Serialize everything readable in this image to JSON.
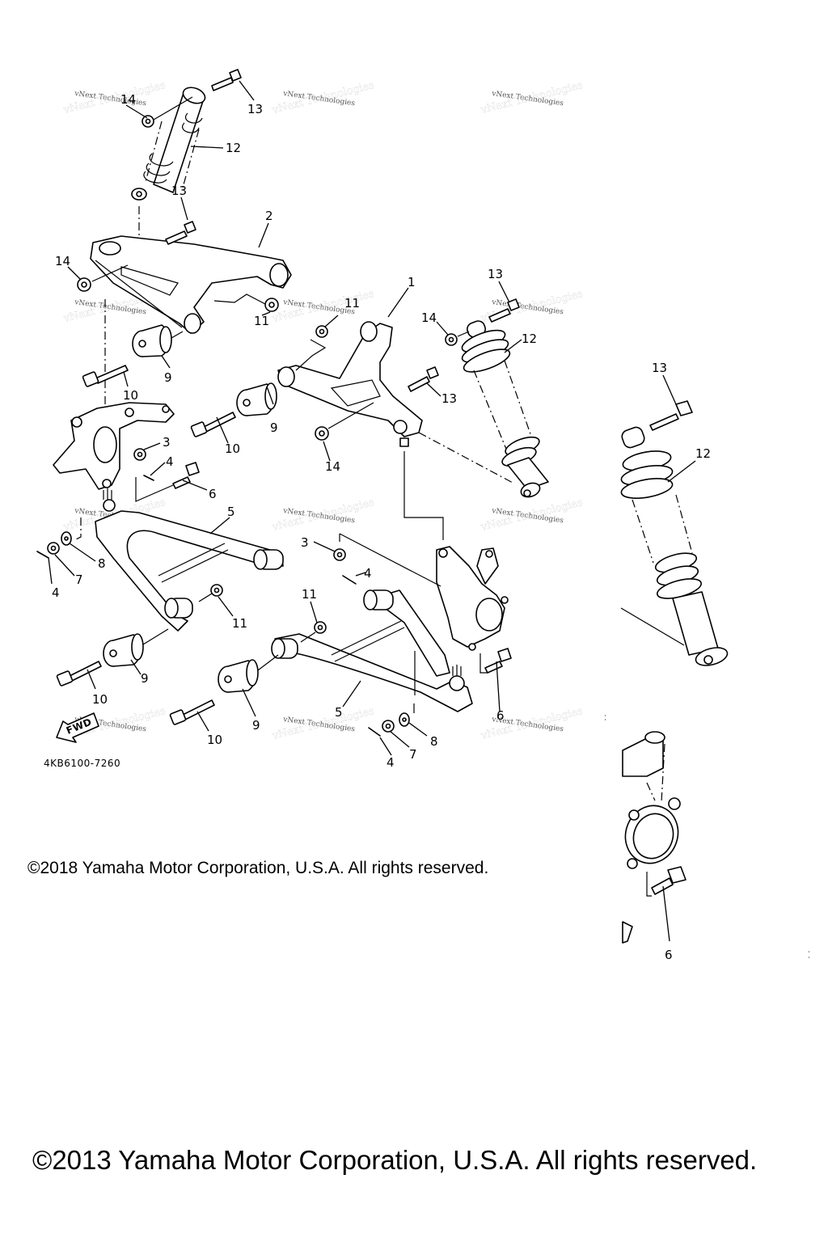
{
  "diagram": {
    "title": "Front Suspension Exploded View",
    "diagram_code": "4KB6100-7260",
    "fwd_label": "FWD",
    "watermark": "vNext Technologies",
    "callouts": {
      "upper_arm_right": "1",
      "upper_arm_left": "2",
      "castle_nut_left": "3",
      "castle_nut_right": "3",
      "cotter_pin_upper_left": "4",
      "cotter_pin_lower_left": "4",
      "cotter_pin_upper_right": "4",
      "cotter_pin_lower_right": "4",
      "lower_arm_left": "5",
      "lower_arm_right": "5",
      "bolt_6_left": "6",
      "bolt_6_right": "6",
      "bolt_6_detail": "6",
      "nut_7_left": "7",
      "nut_7_right": "7",
      "washer_8_left": "8",
      "washer_8_right": "8",
      "bushing_9_a": "9",
      "bushing_9_b": "9",
      "bushing_9_c": "9",
      "bushing_9_d": "9",
      "bolt_10_a": "10",
      "bolt_10_b": "10",
      "bolt_10_c": "10",
      "bolt_10_d": "10",
      "nut_11_a": "11",
      "nut_11_b": "11",
      "nut_11_c": "11",
      "nut_11_d": "11",
      "shock_12_left": "12",
      "shock_12_right": "12",
      "shock_12_detail": "12",
      "bolt_13_a": "13",
      "bolt_13_b": "13",
      "bolt_13_c": "13",
      "bolt_13_d": "13",
      "bolt_13_detail": "13",
      "nut_14_a": "14",
      "nut_14_b": "14",
      "nut_14_c": "14",
      "nut_14_d": "14"
    }
  },
  "copyright": {
    "inline": "©2018 Yamaha Motor Corporation, U.S.A. All rights reserved.",
    "footer": "©2013 Yamaha Motor Corporation, U.S.A. All rights reserved."
  }
}
